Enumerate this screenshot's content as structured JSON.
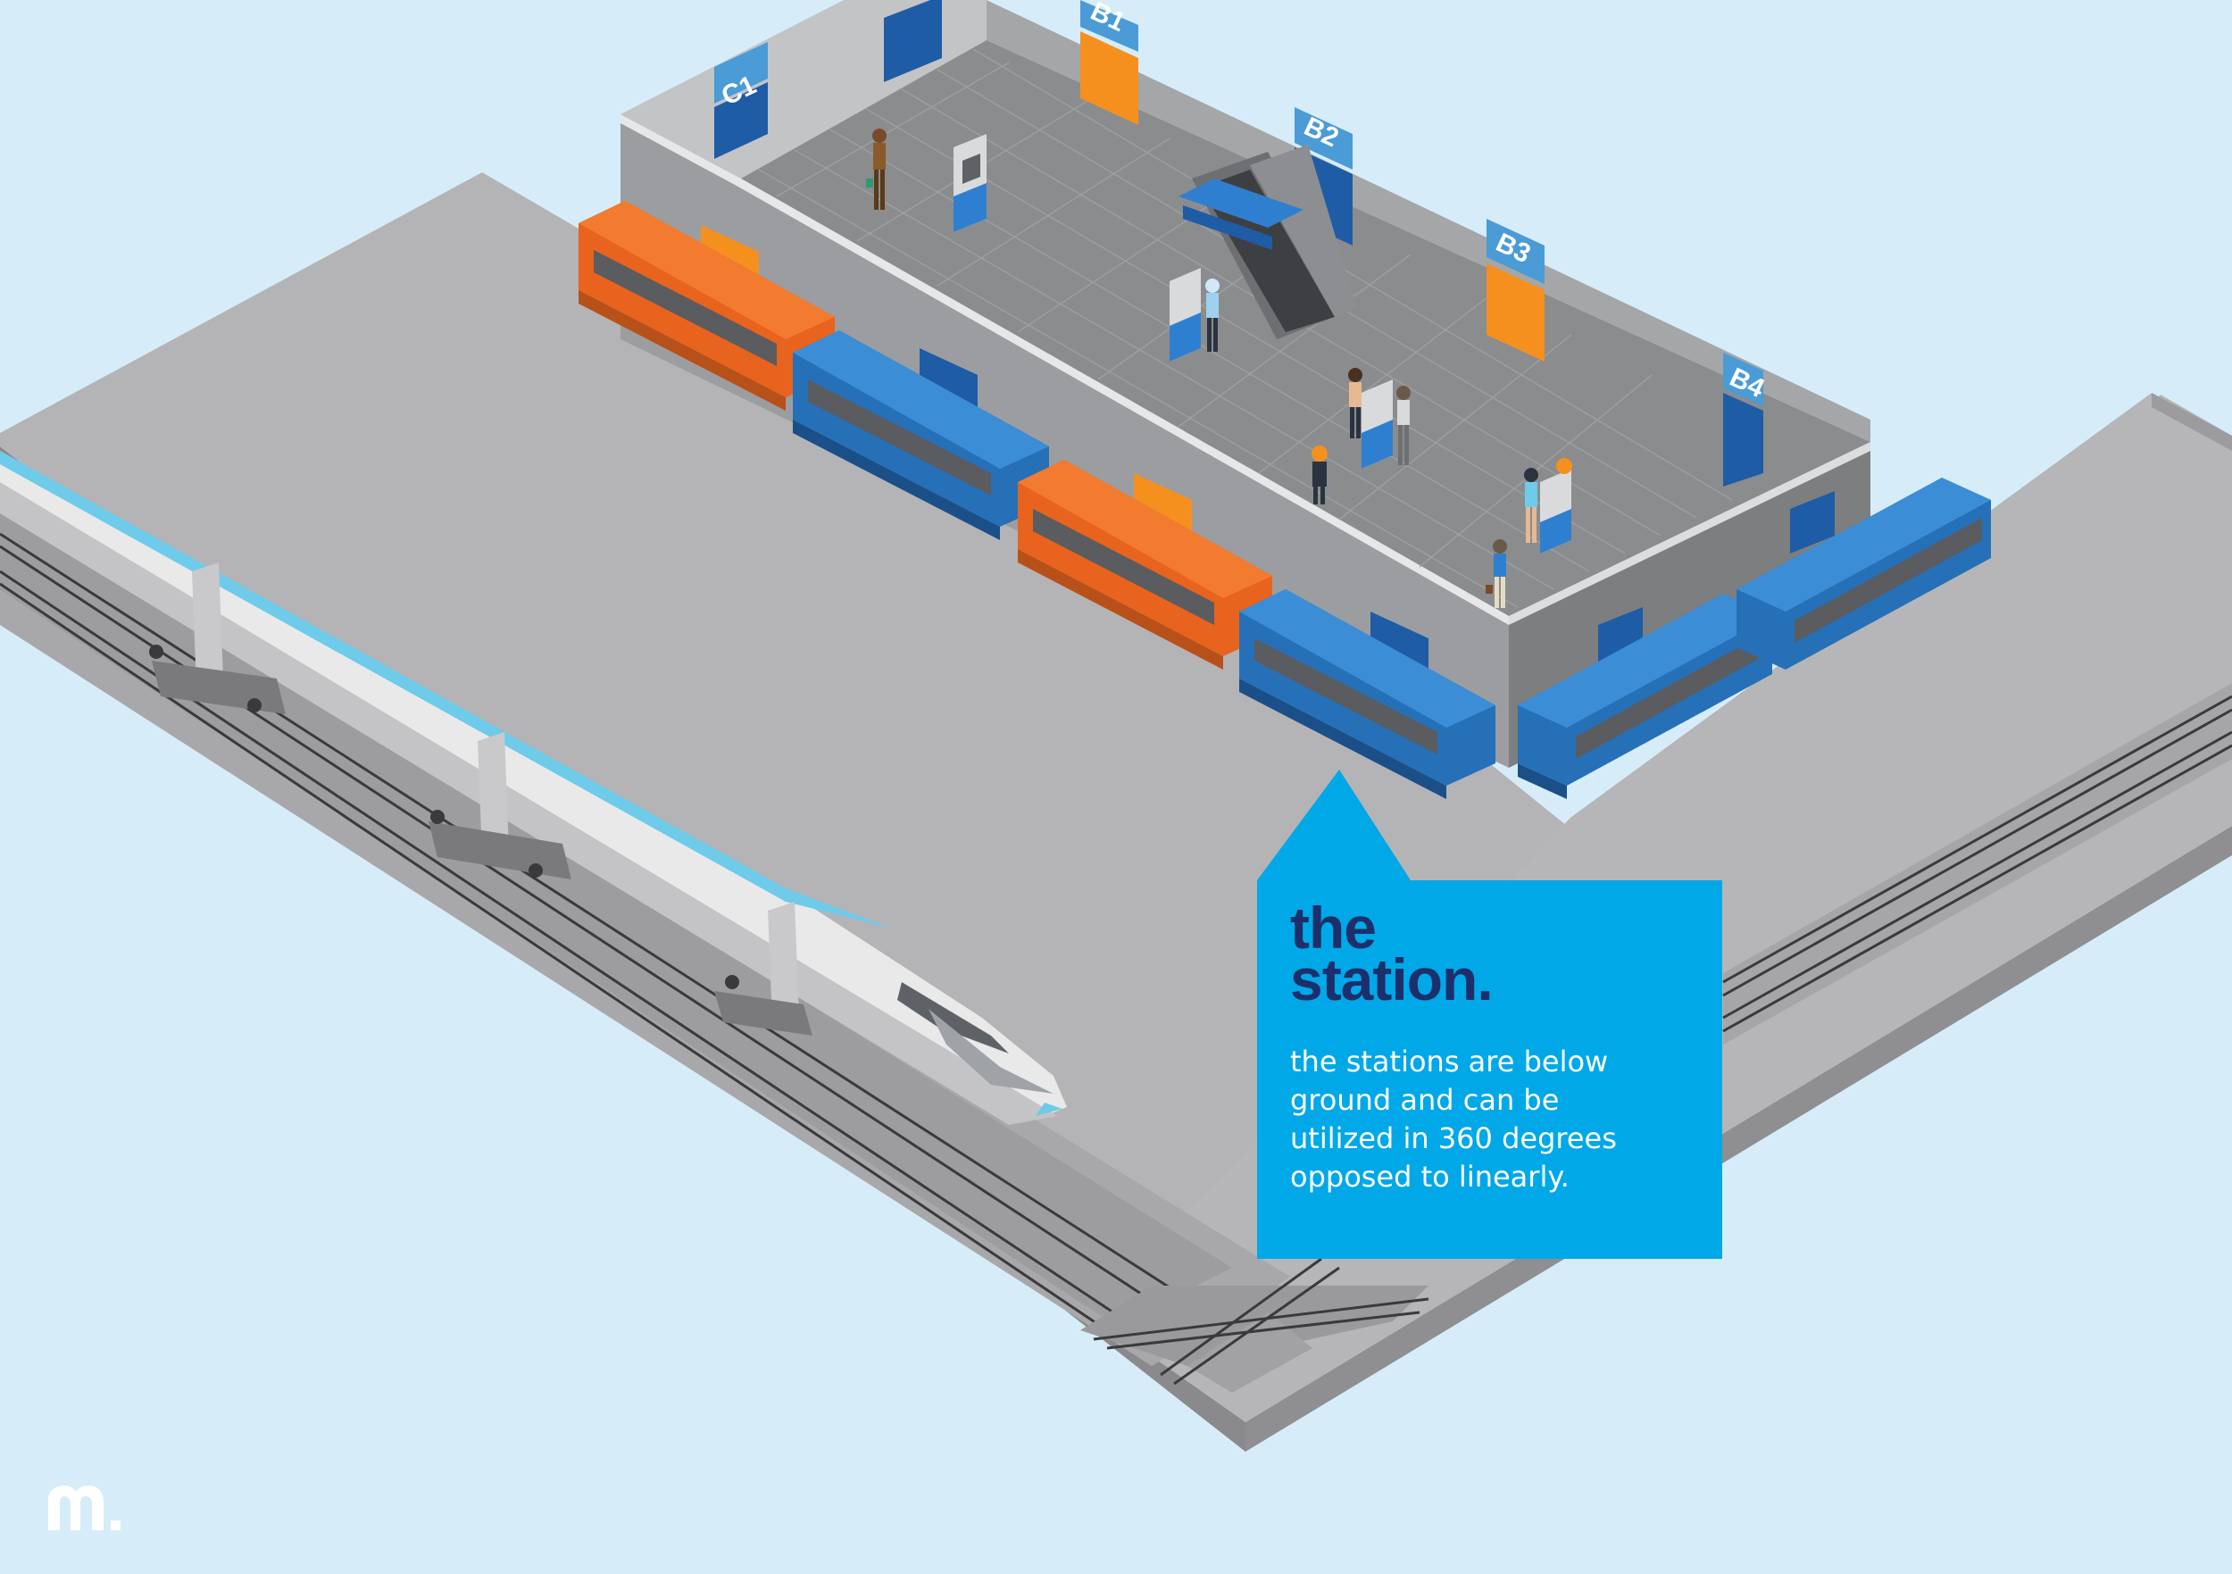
{
  "colors": {
    "background": "#d6edf9",
    "callout_blue": "#00a8e8",
    "title_navy": "#1c2f6b",
    "train_orange": "#f0641e",
    "train_blue": "#2670b8",
    "ground_grey": "#b3b3b3",
    "door_orange": "#f5901f",
    "door_blue": "#1f5ca6"
  },
  "callout": {
    "title": "the\nstation.",
    "body": "the stations are below\nground and can be\nutilized in 360 degrees\nopposed to linearly."
  },
  "station": {
    "door_labels": {
      "c1": "C1",
      "b1": "B1",
      "b2": "B2",
      "b3": "B3",
      "b4": "B4"
    }
  },
  "icons": {
    "logo": "m-logo",
    "escalator": "escalator-icon",
    "ticket_machine": "ticket-machine-icon",
    "high_speed_train": "bullet-train-icon",
    "metro_car": "metro-car-icon"
  }
}
